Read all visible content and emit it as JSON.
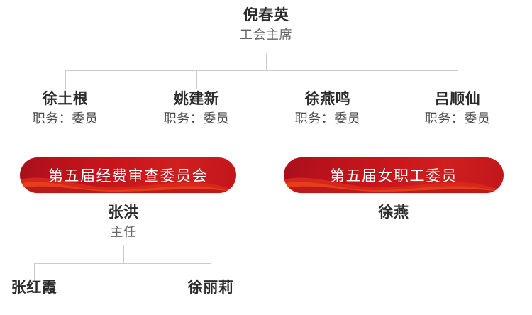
{
  "colors": {
    "banner_dark": "#a8101b",
    "banner_mid": "#c9151c",
    "banner_bright": "#cf1f1f",
    "ribbon_highlight": "#e8431a",
    "connector": "#cccccc",
    "name_text": "#2b2b2b",
    "title_text": "#666666",
    "background": "#ffffff"
  },
  "root": {
    "name": "倪春英",
    "title": "工会主席"
  },
  "members": [
    {
      "name": "徐土根",
      "title": "职务：委员"
    },
    {
      "name": "姚建新",
      "title": "职务：委员"
    },
    {
      "name": "徐燕鸣",
      "title": "职务：委员"
    },
    {
      "name": "吕顺仙",
      "title": "职务：委员"
    }
  ],
  "committees": [
    {
      "banner": "第五届经费审查委员会",
      "lead": {
        "name": "张洪",
        "title": "主任"
      },
      "members": [
        {
          "name": "张红霞"
        },
        {
          "name": "徐丽莉"
        }
      ]
    },
    {
      "banner": "第五届女职工委员",
      "lead": {
        "name": "徐燕",
        "title": ""
      },
      "members": []
    }
  ]
}
